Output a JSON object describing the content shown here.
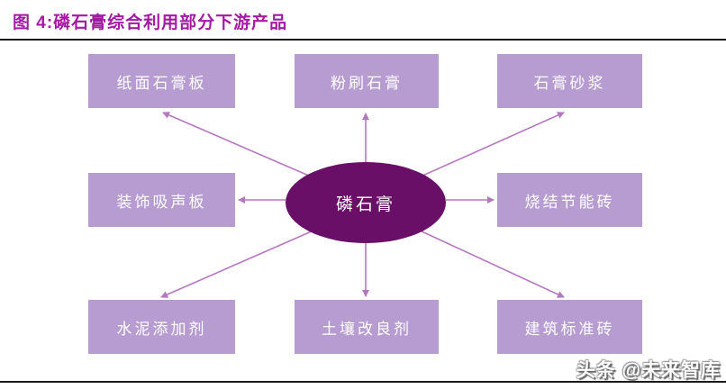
{
  "figure": {
    "title": "图 4:磷石膏综合利用部分下游产品"
  },
  "diagram": {
    "center": {
      "id": "center",
      "label": "磷石膏"
    },
    "nodes": [
      {
        "id": "top-left",
        "label": "纸面石膏板"
      },
      {
        "id": "top-middle",
        "label": "粉刷石膏"
      },
      {
        "id": "top-right",
        "label": "石膏砂浆"
      },
      {
        "id": "middle-left",
        "label": "装饰吸声板"
      },
      {
        "id": "middle-right",
        "label": "烧结节能砖"
      },
      {
        "id": "bottom-left",
        "label": "水泥添加剂"
      },
      {
        "id": "bottom-middle",
        "label": "土壤改良剂"
      },
      {
        "id": "bottom-right",
        "label": "建筑标准砖"
      }
    ],
    "edges": [
      {
        "from": "center",
        "to": "top-left"
      },
      {
        "from": "center",
        "to": "top-middle"
      },
      {
        "from": "center",
        "to": "top-right"
      },
      {
        "from": "center",
        "to": "middle-left"
      },
      {
        "from": "center",
        "to": "middle-right"
      },
      {
        "from": "center",
        "to": "bottom-left"
      },
      {
        "from": "center",
        "to": "bottom-middle"
      },
      {
        "from": "center",
        "to": "bottom-right"
      }
    ]
  },
  "watermark": "头条 @未来智库",
  "colors": {
    "title": "#A21BA2",
    "box_fill": "#B79CD2",
    "box_text": "#FFFFFF",
    "ellipse_fill": "#6A0F68",
    "arrow": "#B478BE",
    "rule": "#1A1A1A",
    "page_bg": "#FFFFFF"
  }
}
